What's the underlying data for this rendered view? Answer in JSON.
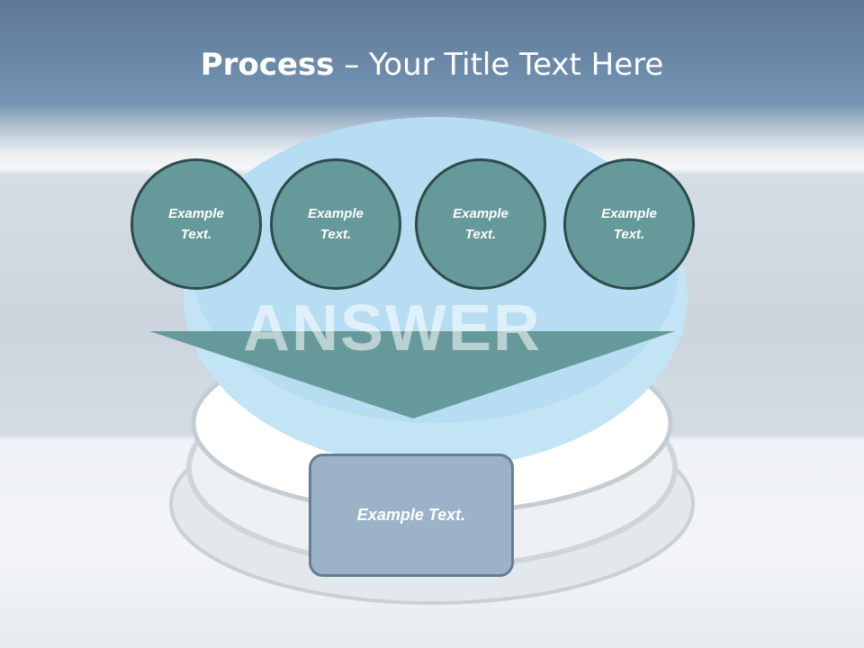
{
  "slide": {
    "title_bold": "Process",
    "title_rest": " – Your Title Text Here",
    "background_word": "ANSWER",
    "circles": [
      {
        "line1": "Example",
        "line2": "Text."
      },
      {
        "line1": "Example",
        "line2": "Text."
      },
      {
        "line1": "Example",
        "line2": "Text."
      },
      {
        "line1": "Example",
        "line2": "Text."
      }
    ],
    "result_box": "Example Text.",
    "colors": {
      "circle_fill": "#669999",
      "circle_border": "#2d4c4c",
      "arrow_fill": "#669999",
      "box_fill": "#9bb2c8",
      "box_border": "#667f90"
    }
  }
}
